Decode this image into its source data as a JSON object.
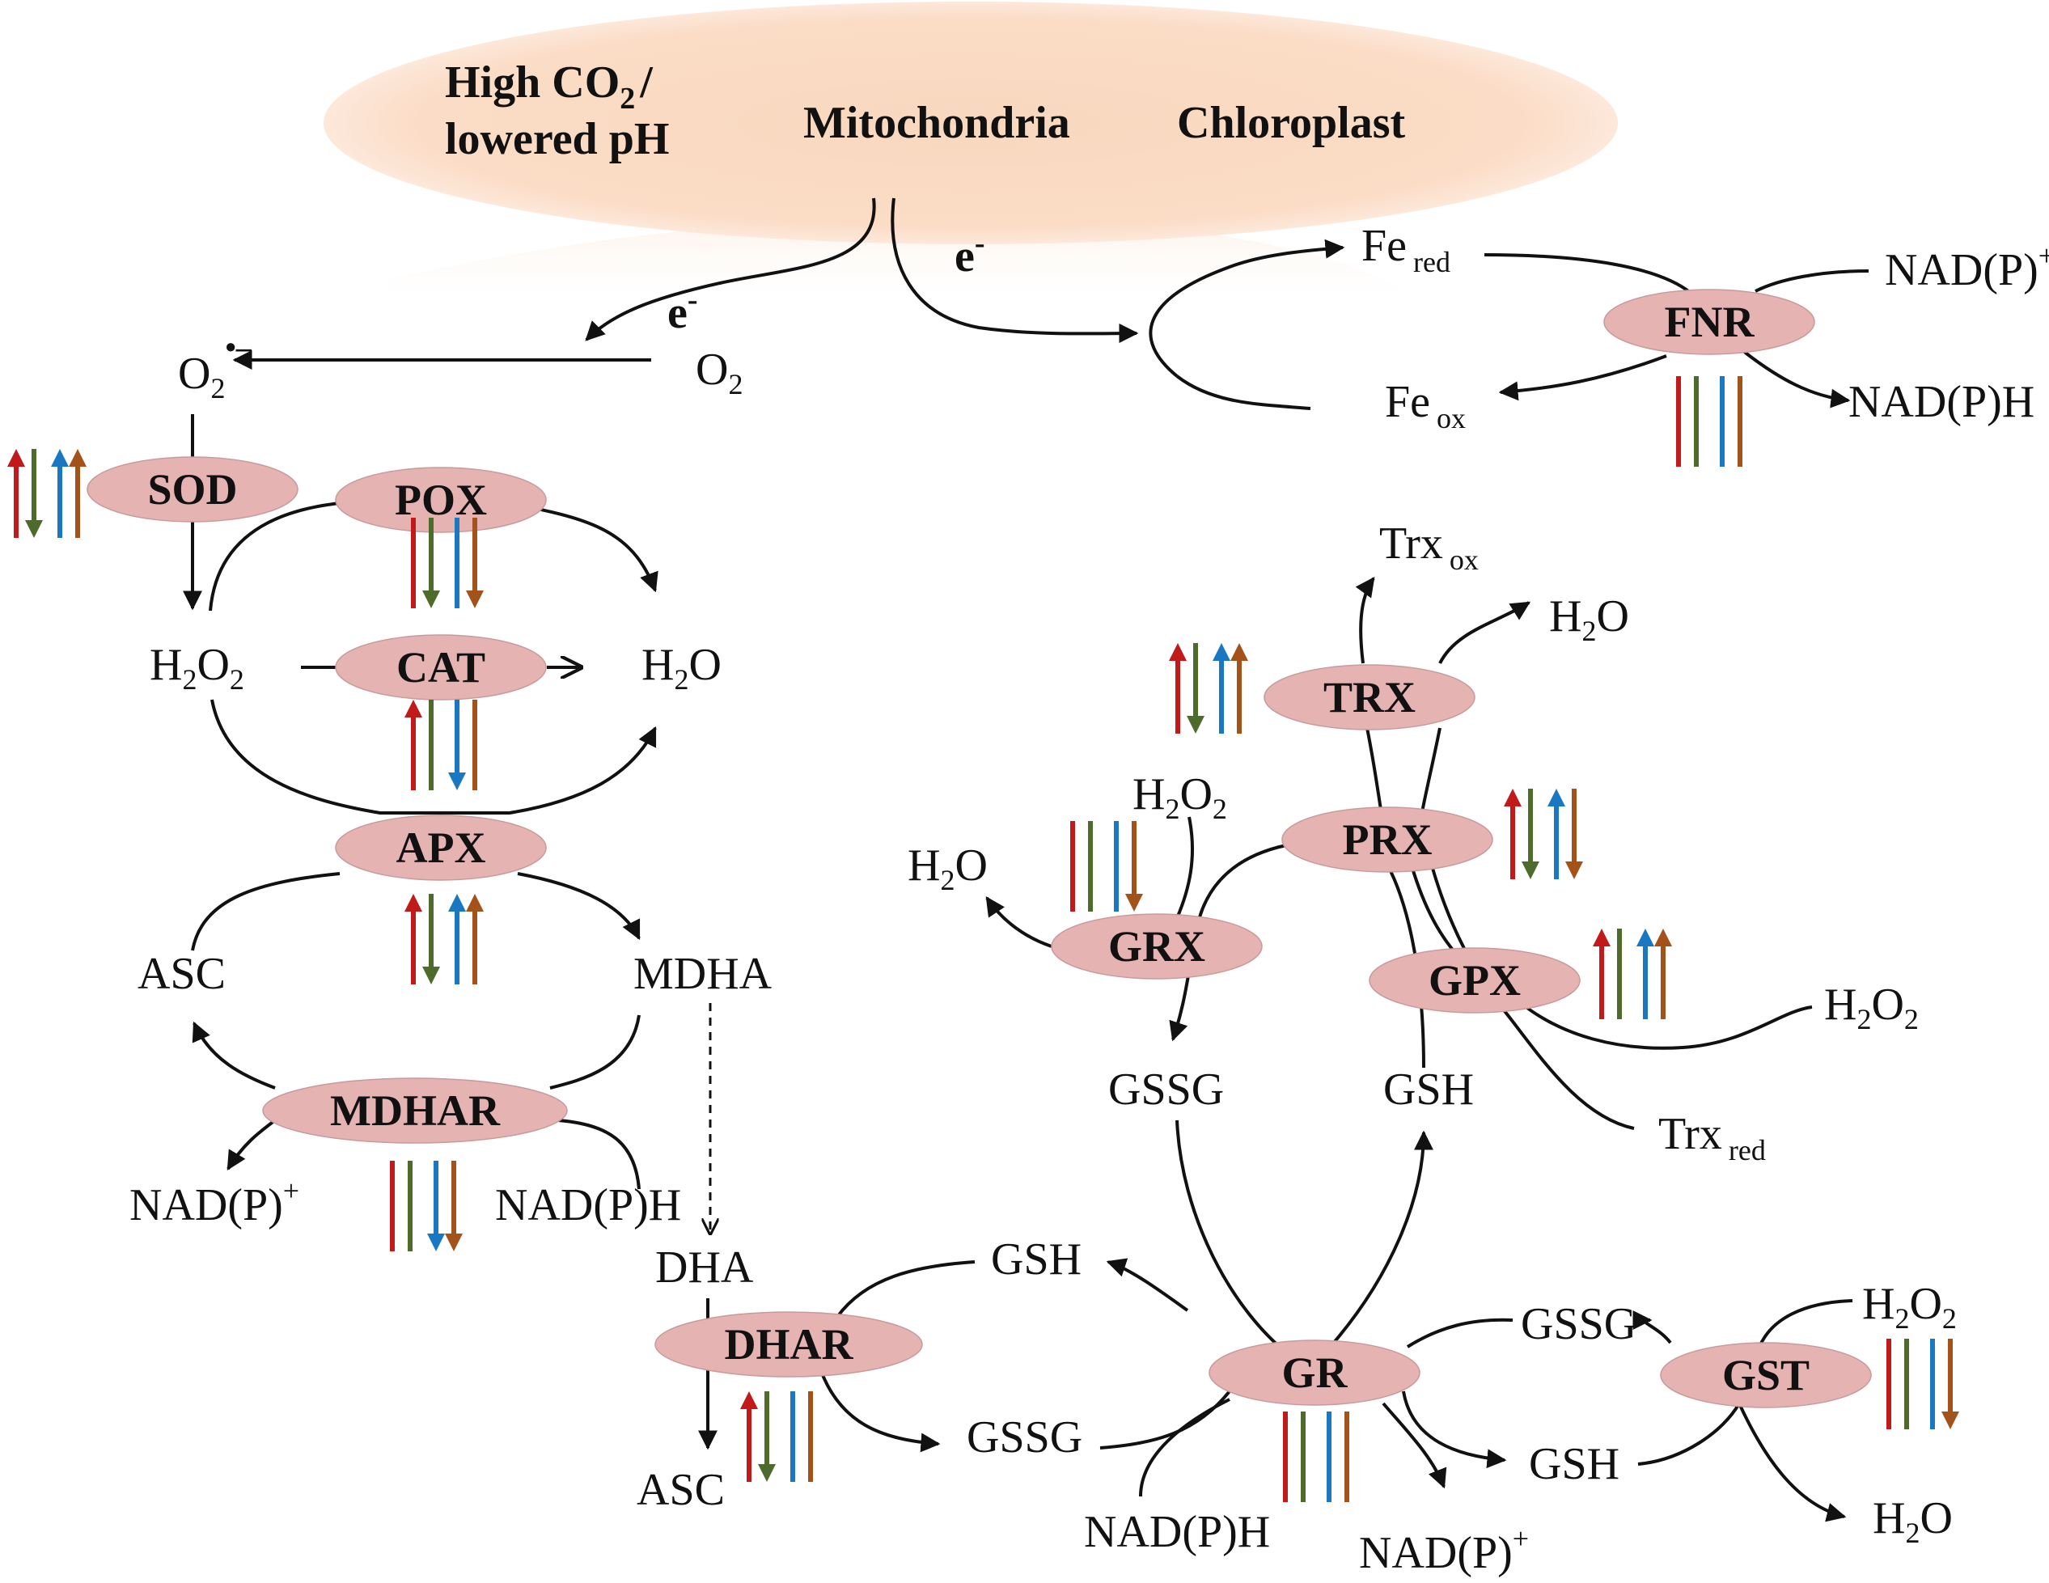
{
  "header": {
    "co2_line1": "High CO",
    "co2_sub": "2",
    "co2_slash": "/",
    "co2_line2": "lowered pH",
    "mitochondria": "Mitochondria",
    "chloroplast": "Chloroplast"
  },
  "electrons": {
    "e1": "e",
    "e1_sup": "-",
    "e2": "e",
    "e2_sup": "-"
  },
  "enzymes": {
    "sod": "SOD",
    "pox": "POX",
    "cat": "CAT",
    "apx": "APX",
    "mdhar": "MDHAR",
    "dhar": "DHAR",
    "fnr": "FNR",
    "trx": "TRX",
    "prx": "PRX",
    "grx": "GRX",
    "gpx": "GPX",
    "gr": "GR",
    "gst": "GST"
  },
  "metabolites": {
    "o2_radical": "O",
    "o2_radical_sub": "2",
    "o2_radical_sup": "•–",
    "o2": "O",
    "o2_sub": "2",
    "h2o2_left_a": "H",
    "h2o2_left_sub1": "2",
    "h2o2_left_b": "O",
    "h2o2_left_sub2": "2",
    "h2o_left_a": "H",
    "h2o_left_sub": "2",
    "h2o_left_b": "O",
    "asc_left": "ASC",
    "mdha": "MDHA",
    "nadp_plus_left": "NAD(P)",
    "nadp_plus_left_sup": "+",
    "nadph_left": "NAD(P)H",
    "dha": "DHA",
    "asc_bottom": "ASC",
    "gsh_dhar": "GSH",
    "gssg_dhar": "GSSG",
    "fe_red": "Fe",
    "fe_red_sub": "red",
    "fe_ox": "Fe",
    "fe_ox_sub": "ox",
    "nadp_plus_fnr": "NAD(P)",
    "nadp_plus_fnr_sup": "+",
    "nadph_fnr": "NAD(P)H",
    "trx_ox": "Trx",
    "trx_ox_sub": "ox",
    "h2o_trx_a": "H",
    "h2o_trx_sub": "2",
    "h2o_trx_b": "O",
    "h2o2_grx_a": "H",
    "h2o2_grx_sub1": "2",
    "h2o2_grx_b": "O",
    "h2o2_grx_sub2": "2",
    "h2o_grx_a": "H",
    "h2o_grx_sub": "2",
    "h2o_grx_b": "O",
    "h2o2_gpx_a": "H",
    "h2o2_gpx_sub1": "2",
    "h2o2_gpx_b": "O",
    "h2o2_gpx_sub2": "2",
    "gssg_grx": "GSSG",
    "gsh_grx": "GSH",
    "trx_red": "Trx",
    "trx_red_sub": "red",
    "gssg_gst": "GSSG",
    "h2o2_gst_a": "H",
    "h2o2_gst_sub1": "2",
    "h2o2_gst_b": "O",
    "h2o2_gst_sub2": "2",
    "gsh_gst": "GSH",
    "h2o_gst_a": "H",
    "h2o_gst_sub": "2",
    "h2o_gst_b": "O",
    "nadph_gr": "NAD(P)H",
    "nadp_plus_gr": "NAD(P)",
    "nadp_plus_gr_sup": "+"
  },
  "colors": {
    "cloud": "#f9dcc4",
    "enzyme_fill": "#e6b3b3",
    "series": [
      "#c01a1a",
      "#4d6b2a",
      "#1a78c2",
      "#a3531a"
    ]
  },
  "regulation": {
    "note": "directions per colored bar: up, down or none",
    "sod": [
      "up",
      "down",
      "up",
      "up"
    ],
    "pox": [
      "none",
      "down",
      "none",
      "down"
    ],
    "cat": [
      "up",
      "none",
      "down",
      "none"
    ],
    "apx": [
      "up",
      "down",
      "up",
      "up"
    ],
    "mdhar": [
      "none",
      "none",
      "down",
      "down"
    ],
    "dhar": [
      "up",
      "down",
      "none",
      "none"
    ],
    "fnr": [
      "none",
      "none",
      "none",
      "none"
    ],
    "trx": [
      "up",
      "down",
      "up",
      "up"
    ],
    "prx": [
      "up",
      "down",
      "up",
      "down"
    ],
    "grx": [
      "none",
      "none",
      "none",
      "down"
    ],
    "gpx": [
      "up",
      "none",
      "up",
      "up"
    ],
    "gr": [
      "none",
      "none",
      "none",
      "none"
    ],
    "gst": [
      "none",
      "none",
      "none",
      "down"
    ]
  }
}
